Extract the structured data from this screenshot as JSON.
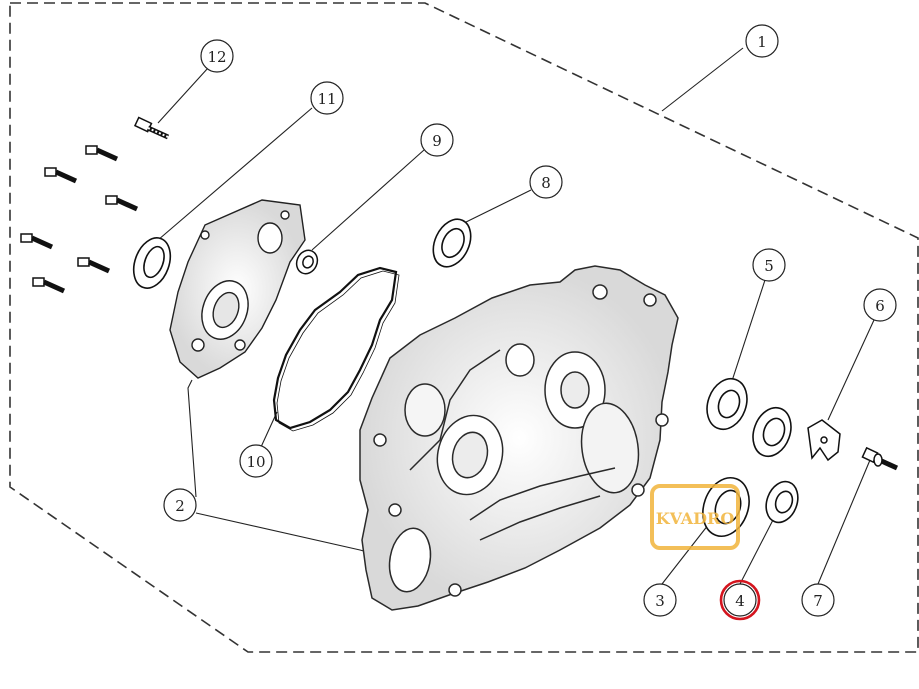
{
  "diagram": {
    "callouts": [
      {
        "id": "callout-1",
        "number": "1"
      },
      {
        "id": "callout-2",
        "number": "2"
      },
      {
        "id": "callout-3",
        "number": "3"
      },
      {
        "id": "callout-4",
        "number": "4",
        "highlighted": true
      },
      {
        "id": "callout-5",
        "number": "5"
      },
      {
        "id": "callout-6",
        "number": "6"
      },
      {
        "id": "callout-7",
        "number": "7"
      },
      {
        "id": "callout-8",
        "number": "8"
      },
      {
        "id": "callout-9",
        "number": "9"
      },
      {
        "id": "callout-10",
        "number": "10"
      },
      {
        "id": "callout-11",
        "number": "11"
      },
      {
        "id": "callout-12",
        "number": "12"
      }
    ],
    "highlight_color": "#d4141e",
    "line_color": "#222222",
    "watermark": {
      "text": "KVADRO",
      "color": "#f2b53c"
    }
  }
}
